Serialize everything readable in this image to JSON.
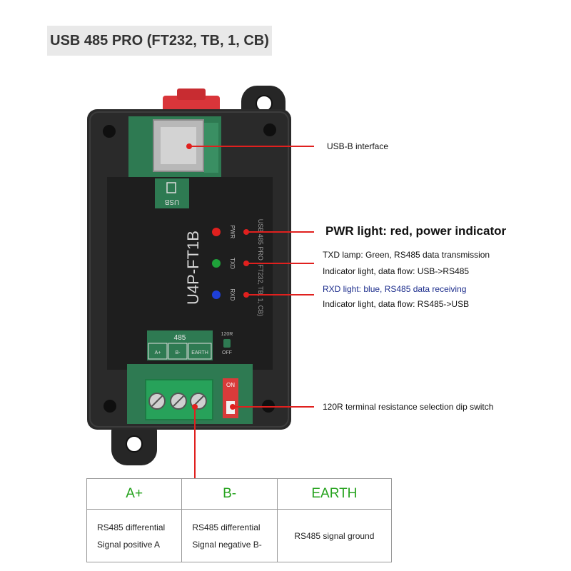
{
  "title": "USB 485 PRO (FT232, TB, 1, CB)",
  "device": {
    "usb_port_label": "USB",
    "model": "U4P-FT1B",
    "model_side": "USB 485 PRO (FT232, TB, 1, CB)",
    "led_labels": [
      "PWR",
      "TXD",
      "RXD"
    ],
    "terminal_header": "485",
    "terminal_labels": [
      "A+",
      "B-",
      "EARTH"
    ],
    "switch_label": "120R",
    "switch_off": "OFF",
    "dip_on": "ON"
  },
  "callouts": {
    "usb": "USB-B interface",
    "pwr": "PWR light: red, power indicator",
    "txd_line1": "TXD lamp: Green, RS485 data transmission",
    "txd_line2": "Indicator light, data flow: USB->RS485",
    "rxd_line1": "RXD light: blue, RS485 data receiving",
    "rxd_line2": "Indicator light, data flow: RS485->USB",
    "dip": "120R terminal resistance selection dip switch"
  },
  "colors": {
    "pwr_led": "#e0201e",
    "txd_led": "#1fa23a",
    "rxd_led": "#1e3fd8",
    "callout": "#e0201e",
    "table_head": "#24a21c"
  },
  "table": {
    "columns": [
      {
        "head": "A+",
        "line1": "RS485 differential",
        "line2": "Signal positive A"
      },
      {
        "head": "B-",
        "line1": "RS485 differential",
        "line2": "Signal negative B-"
      },
      {
        "head": "EARTH",
        "line1": "RS485 signal ground"
      }
    ]
  }
}
